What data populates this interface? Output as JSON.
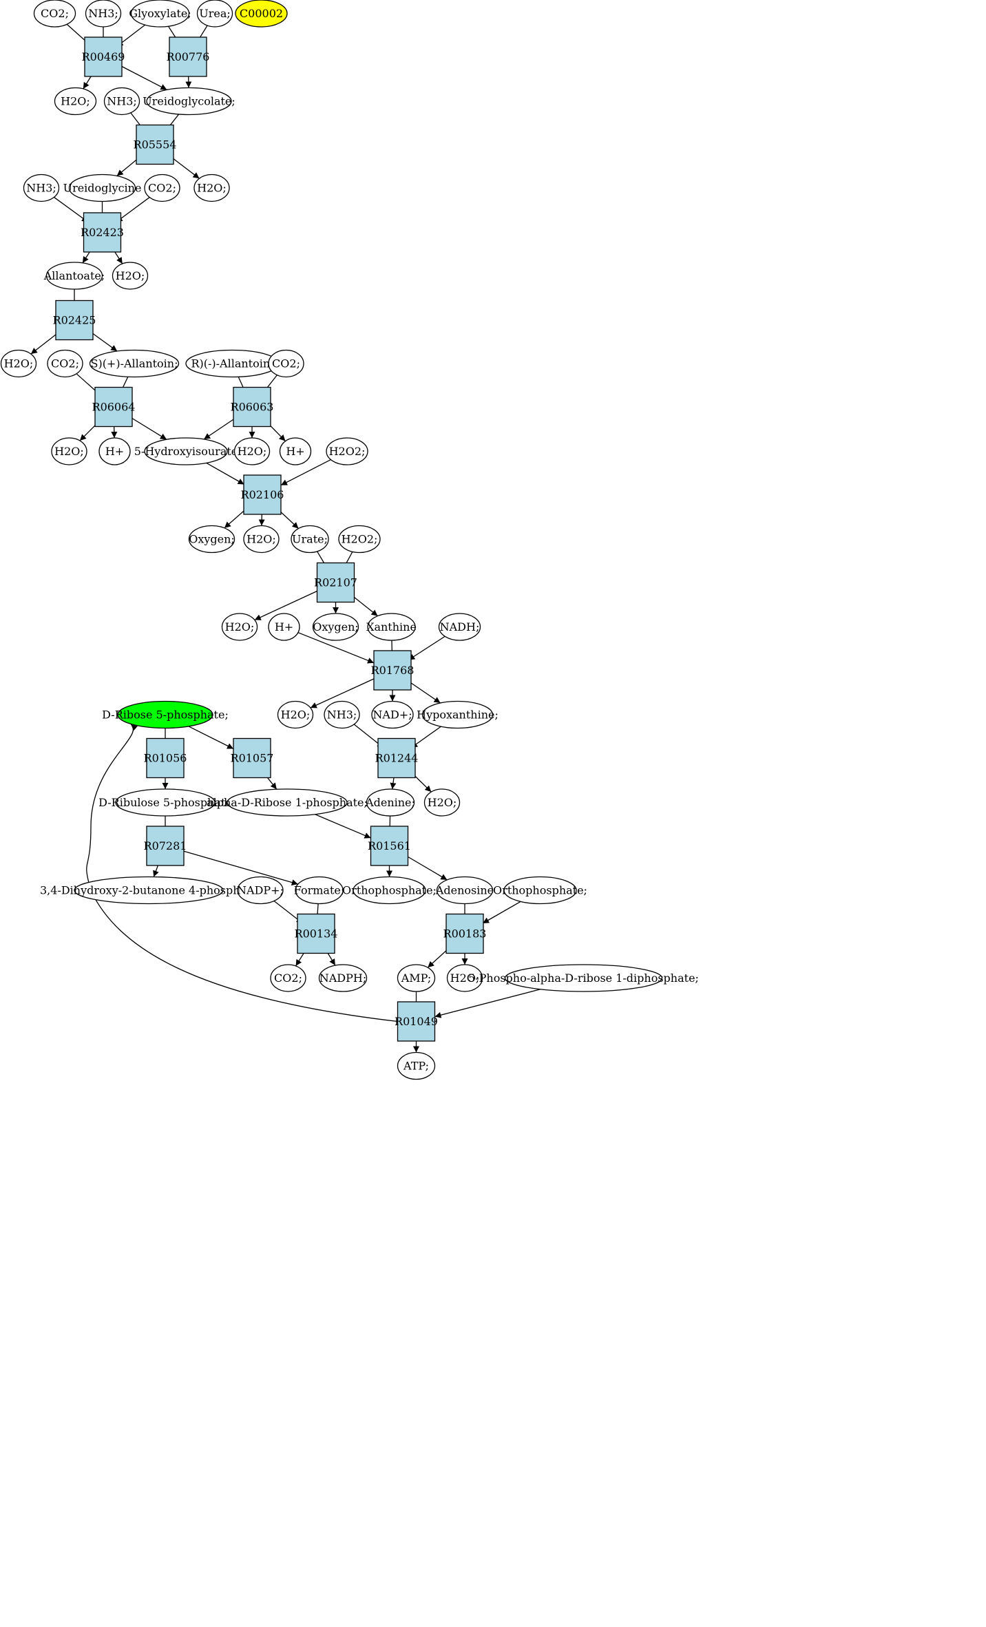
{
  "colors": {
    "reaction_fill": "#add8e6",
    "compound_fill": "#ffffff",
    "highlight_yellow": "#ffff00",
    "highlight_green": "#00ff00"
  },
  "nodes": {
    "CO2_a": "CO2;",
    "NH3_a": "NH3;",
    "Glyoxylate": "Glyoxylate;",
    "Urea": "Urea;",
    "C00002": "C00002",
    "R00469": "R00469",
    "R00776": "R00776",
    "H2O_a": "H2O;",
    "NH3_b": "NH3;",
    "Ureidoglycolate": "Ureidoglycolate;",
    "R05554": "R05554",
    "NH3_c": "NH3;",
    "Ureidoglycine": "Ureidoglycine",
    "CO2_b": "CO2;",
    "H2O_b": "H2O;",
    "R02423": "R02423",
    "Allantoate": "Allantoate;",
    "H2O_c": "H2O;",
    "R02425": "R02425",
    "H2O_d": "H2O;",
    "CO2_c": "CO2;",
    "S_Allantoin": "S)(+)-Allantoin;",
    "R_Allantoin": "R)(-)-Allantoin;",
    "CO2_d": "CO2;",
    "R06064": "R06064",
    "R06063": "R06063",
    "H2O_e": "H2O;",
    "Hplus_a": "H+",
    "Hydroxyisourate": "5-Hydroxyisourate",
    "H2O_f": "H2O;",
    "Hplus_b": "H+",
    "H2O2_a": "H2O2;",
    "R02106": "R02106",
    "Oxygen_a": "Oxygen;",
    "H2O_g": "H2O;",
    "Urate": "Urate;",
    "H2O2_b": "H2O2;",
    "R02107": "R02107",
    "H2O_h": "H2O;",
    "Hplus_c": "H+",
    "Oxygen_b": "Oxygen;",
    "Xanthine": "Xanthine",
    "NADH": "NADH;",
    "R01768": "R01768",
    "DRibose5P": "D-Ribose 5-phosphate;",
    "H2O_i": "H2O;",
    "NH3_d": "NH3;",
    "NADplus": "NAD+;",
    "Hypoxanthine": "Hypoxanthine;",
    "R01056": "R01056",
    "R01057": "R01057",
    "R01244": "R01244",
    "DRibulose5P": "D-Ribulose 5-phosphate",
    "AlphaDRibose1P": "alpha-D-Ribose 1-phosphate;",
    "Adenine": "Adenine;",
    "H2O_j": "H2O;",
    "R07281": "R07281",
    "R01561": "R01561",
    "DHBP": "3,4-Dihydroxy-2-butanone 4-phosphate",
    "NADPplus": "NADP+;",
    "Formate": "Formate;",
    "Orthophosphate_a": "Orthophosphate;",
    "Adenosine": "Adenosine",
    "Orthophosphate_b": "Orthophosphate;",
    "R00134": "R00134",
    "R00183": "R00183",
    "CO2_e": "CO2;",
    "NADPH": "NADPH;",
    "AMP": "AMP;",
    "H2O_k": "H2O;",
    "PRPP": "5-Phospho-alpha-D-ribose 1-diphosphate;",
    "R01049": "R01049",
    "ATP": "ATP;"
  }
}
